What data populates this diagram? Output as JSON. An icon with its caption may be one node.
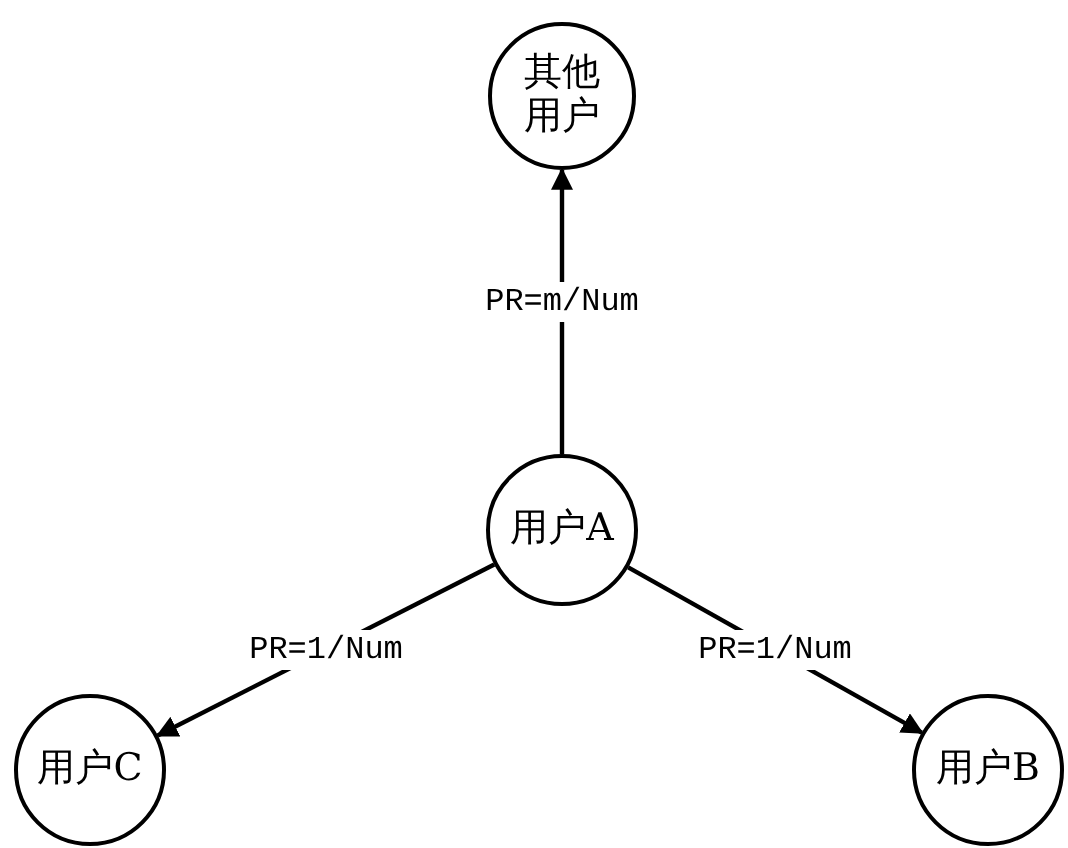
{
  "diagram": {
    "nodes": [
      {
        "text": [
          "其他用户"
        ]
      },
      {
        "text": [
          "用户A"
        ]
      },
      {
        "text": [
          "用户C"
        ]
      },
      {
        "text": [
          "用户B"
        ]
      }
    ],
    "edges": [
      {
        "from": 1,
        "to": 0,
        "arrow": "to",
        "label": "PR=m/Num"
      },
      {
        "from": 1,
        "to": 2,
        "arrow": "to",
        "label": "PR=1/Num"
      },
      {
        "from": 1,
        "to": 3,
        "arrow": "to",
        "label": "PR=1/Num"
      }
    ]
  }
}
